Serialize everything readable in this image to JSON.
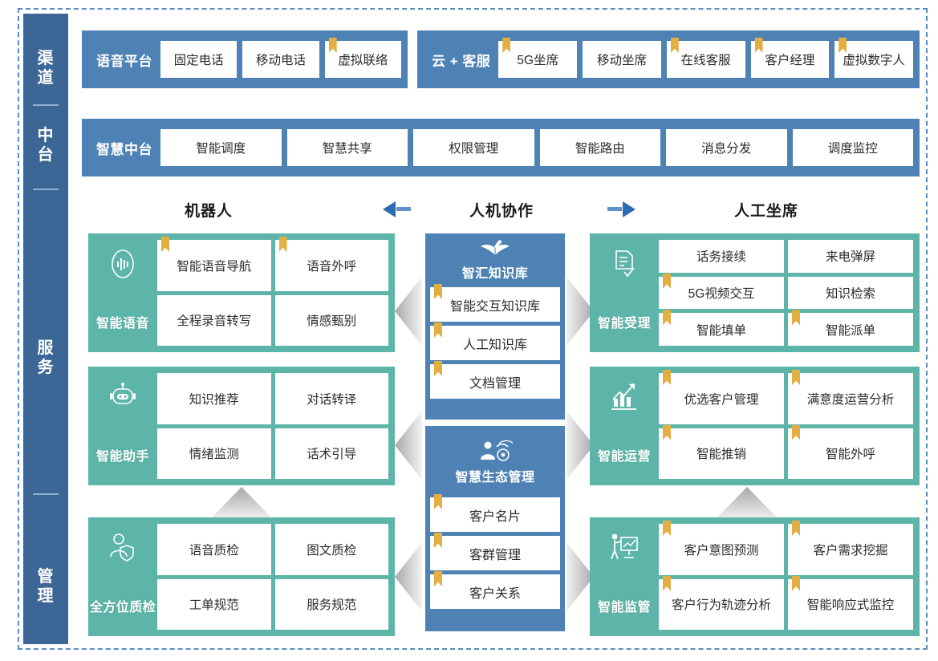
{
  "sidebar": {
    "items": [
      {
        "label": "渠道",
        "chars": [
          "渠",
          "道"
        ]
      },
      {
        "label": "中台",
        "chars": [
          "中",
          "台"
        ]
      },
      {
        "label": "服务",
        "chars": [
          "服",
          "务"
        ]
      },
      {
        "label": "管理",
        "chars": [
          "管",
          "理"
        ]
      }
    ]
  },
  "channel": {
    "voice_platform": {
      "title": "语音平台",
      "cells": [
        {
          "label": "固定电话",
          "bookmark": false
        },
        {
          "label": "移动电话",
          "bookmark": false
        },
        {
          "label": "虚拟联络",
          "bookmark": true
        }
      ]
    },
    "cloud_service": {
      "title": "云 + 客服",
      "cells": [
        {
          "label": "5G坐席",
          "bookmark": true
        },
        {
          "label": "移动坐席",
          "bookmark": false
        },
        {
          "label": "在线客服",
          "bookmark": true
        },
        {
          "label": "客户经理",
          "bookmark": true
        },
        {
          "label": "虚拟数字人",
          "bookmark": true
        }
      ]
    }
  },
  "middle_platform": {
    "title": "智慧中台",
    "cells": [
      {
        "label": "智能调度",
        "bookmark": false
      },
      {
        "label": "智慧共享",
        "bookmark": false
      },
      {
        "label": "权限管理",
        "bookmark": false
      },
      {
        "label": "智能路由",
        "bookmark": false
      },
      {
        "label": "消息分发",
        "bookmark": false
      },
      {
        "label": "调度监控",
        "bookmark": false
      }
    ]
  },
  "column_headings": {
    "left": "机器人",
    "center": "人机协作",
    "right": "人工坐席"
  },
  "robot_groups": [
    {
      "name": "智能语音",
      "icon": "voice-wave-icon",
      "items": [
        {
          "label": "智能语音导航",
          "bookmark": true
        },
        {
          "label": "语音外呼",
          "bookmark": true
        },
        {
          "label": "全程录音转写",
          "bookmark": false
        },
        {
          "label": "情感甄别",
          "bookmark": false
        }
      ]
    },
    {
      "name": "智能助手",
      "icon": "robot-head-icon",
      "items": [
        {
          "label": "知识推荐",
          "bookmark": false
        },
        {
          "label": "对话转译",
          "bookmark": false
        },
        {
          "label": "情绪监测",
          "bookmark": false
        },
        {
          "label": "话术引导",
          "bookmark": false
        }
      ]
    },
    {
      "name": "全方位质检",
      "icon": "person-shield-icon",
      "items": [
        {
          "label": "语音质检",
          "bookmark": false
        },
        {
          "label": "图文质检",
          "bookmark": false
        },
        {
          "label": "工单规范",
          "bookmark": false
        },
        {
          "label": "服务规范",
          "bookmark": false
        }
      ]
    }
  ],
  "center_boxes": [
    {
      "title": "智汇知识库",
      "icon": "open-book-icon",
      "items": [
        {
          "label": "智能交互知识库",
          "bookmark": true
        },
        {
          "label": "人工知识库",
          "bookmark": true
        },
        {
          "label": "文档管理",
          "bookmark": true
        }
      ]
    },
    {
      "title": "智慧生态管理",
      "icon": "person-network-icon",
      "items": [
        {
          "label": "客户名片",
          "bookmark": true
        },
        {
          "label": "客群管理",
          "bookmark": true
        },
        {
          "label": "客户关系",
          "bookmark": true
        }
      ]
    }
  ],
  "human_groups": [
    {
      "name": "智能受理",
      "icon": "document-check-icon",
      "layout": "3x2",
      "items": [
        {
          "label": "话务接续",
          "bookmark": false
        },
        {
          "label": "来电弹屏",
          "bookmark": false
        },
        {
          "label": "5G视频交互",
          "bookmark": true
        },
        {
          "label": "知识检索",
          "bookmark": false
        },
        {
          "label": "智能填单",
          "bookmark": true
        },
        {
          "label": "智能派单",
          "bookmark": true
        }
      ]
    },
    {
      "name": "智能运营",
      "icon": "growth-chart-icon",
      "layout": "2x2",
      "items": [
        {
          "label": "优选客户管理",
          "bookmark": true
        },
        {
          "label": "满意度运营分析",
          "bookmark": true
        },
        {
          "label": "智能推销",
          "bookmark": true
        },
        {
          "label": "智能外呼",
          "bookmark": true
        }
      ]
    },
    {
      "name": "智能监管",
      "icon": "presenter-board-icon",
      "layout": "2x2",
      "items": [
        {
          "label": "客户意图预测",
          "bookmark": true
        },
        {
          "label": "客户需求挖掘",
          "bookmark": true
        },
        {
          "label": "客户行为轨迹分析",
          "bookmark": true
        },
        {
          "label": "智能响应式监控",
          "bookmark": true
        }
      ]
    }
  ],
  "colors": {
    "sidebar": "#3C6695",
    "blue": "#4E81B4",
    "teal": "#5CB5A8",
    "bookmark": "#E3AE42",
    "chevron": "#C9C9C9",
    "frame": "#5A8BBE"
  }
}
